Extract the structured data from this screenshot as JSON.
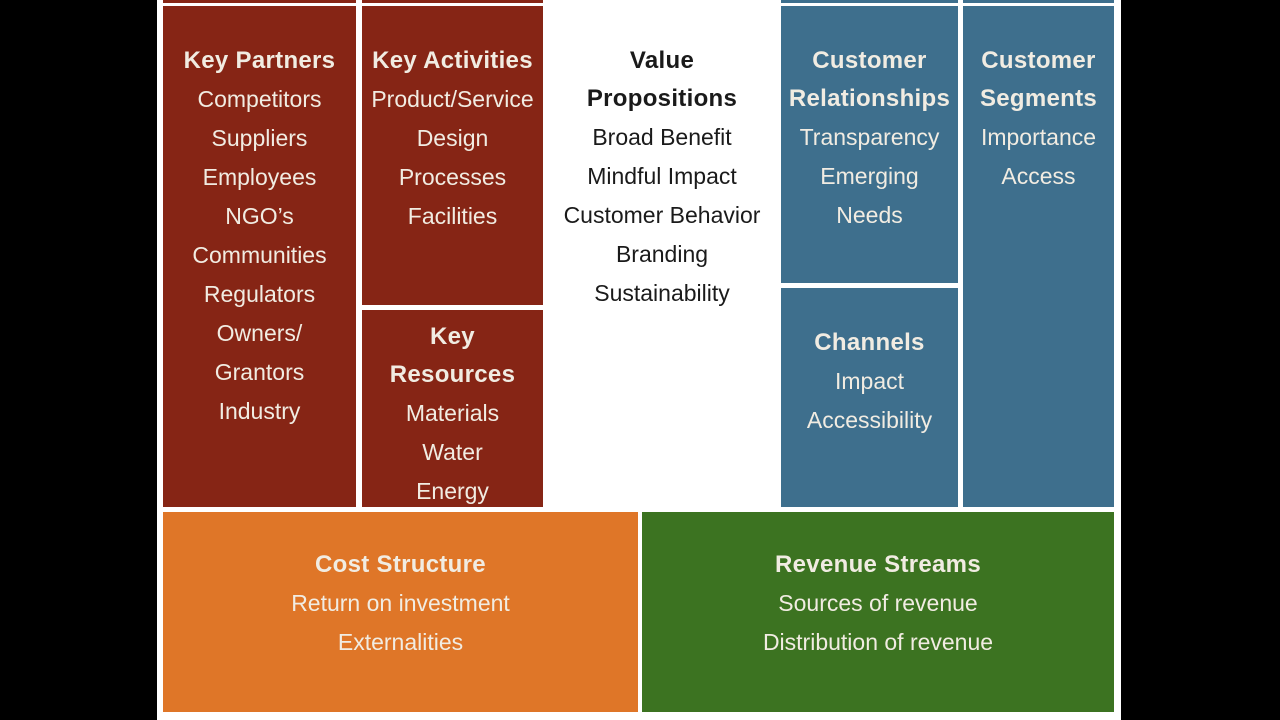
{
  "colors": {
    "maroon": "#862515",
    "blue": "#3E6F8D",
    "orange": "#DF7628",
    "green": "#3C7321",
    "text_light": "#F1ECE2",
    "text_dark": "#1A1A1A",
    "background": "#FFFFFF",
    "letterbox": "#000000"
  },
  "blocks": {
    "key_partners": {
      "title": "Key Partners",
      "lines": [
        "Competitors",
        "Suppliers",
        "Employees",
        "NGO’s",
        "Communities",
        "Regulators",
        "Owners/",
        "Grantors",
        "Industry"
      ]
    },
    "key_activities": {
      "title": "Key Activities",
      "lines": [
        "Product/Service",
        "Design",
        "Processes",
        "Facilities"
      ]
    },
    "key_resources": {
      "title_lines": [
        "Key",
        "Resources"
      ],
      "lines": [
        "Materials",
        "Water",
        "Energy"
      ]
    },
    "value_propositions": {
      "title_lines": [
        "Value",
        "Propositions"
      ],
      "lines": [
        "Broad Benefit",
        "Mindful Impact",
        "Customer Behavior",
        "Branding",
        "Sustainability"
      ]
    },
    "customer_relationships": {
      "title_lines": [
        "Customer",
        "Relationships"
      ],
      "lines": [
        "Transparency",
        "Emerging",
        "Needs"
      ]
    },
    "channels": {
      "title": "Channels",
      "lines": [
        "Impact",
        "Accessibility"
      ]
    },
    "customer_segments": {
      "title_lines": [
        "Customer",
        "Segments"
      ],
      "lines": [
        "Importance",
        "Access"
      ]
    },
    "cost_structure": {
      "title": "Cost Structure",
      "lines": [
        "Return on investment",
        "Externalities"
      ]
    },
    "revenue_streams": {
      "title": "Revenue Streams",
      "lines": [
        "Sources of revenue",
        "Distribution of revenue"
      ]
    }
  }
}
